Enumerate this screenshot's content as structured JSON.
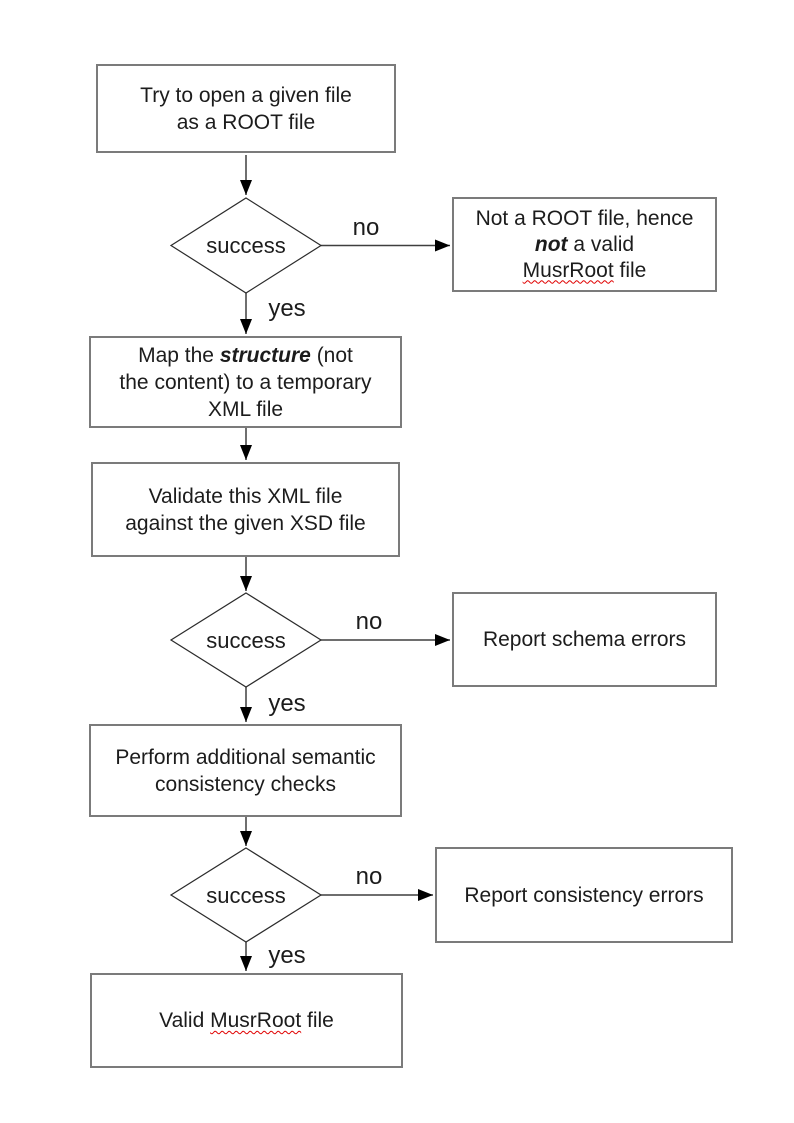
{
  "flowchart": {
    "nodes": {
      "try_open": {
        "line1": "Try to open a given file",
        "line2": "as a ROOT file"
      },
      "decision_root": {
        "label": "success"
      },
      "not_root": {
        "line1": "Not a ROOT file, hence",
        "line2_emph": "not",
        "line2_rest": " a valid",
        "line3_word": "MusrRoot",
        "line3_rest": " file"
      },
      "map_structure": {
        "line1_pre": "Map the ",
        "line1_emph": "structure",
        "line1_post": " (not",
        "line2": "the content) to a temporary",
        "line3": "XML file"
      },
      "validate_xml": {
        "line1": "Validate this XML file",
        "line2": "against the given XSD file"
      },
      "decision_schema": {
        "label": "success"
      },
      "report_schema": {
        "label": "Report schema errors"
      },
      "semantic_checks": {
        "line1": "Perform additional semantic",
        "line2": "consistency checks"
      },
      "decision_consistency": {
        "label": "success"
      },
      "report_consistency": {
        "label": "Report consistency errors"
      },
      "valid_file": {
        "pre": "Valid ",
        "word": "MusrRoot",
        "post": " file"
      }
    },
    "edge_labels": {
      "no1": "no",
      "yes1": "yes",
      "no2": "no",
      "yes2": "yes",
      "no3": "no",
      "yes3": "yes"
    },
    "colors": {
      "background": "#ffffff",
      "box_border": "#7b7b7b",
      "diamond_stroke": "#2b2b2b",
      "line": "#3f3f3f",
      "arrowhead": "#000000",
      "text": "#1c1c1c",
      "spellcheck_squiggle": "#e00000"
    }
  }
}
